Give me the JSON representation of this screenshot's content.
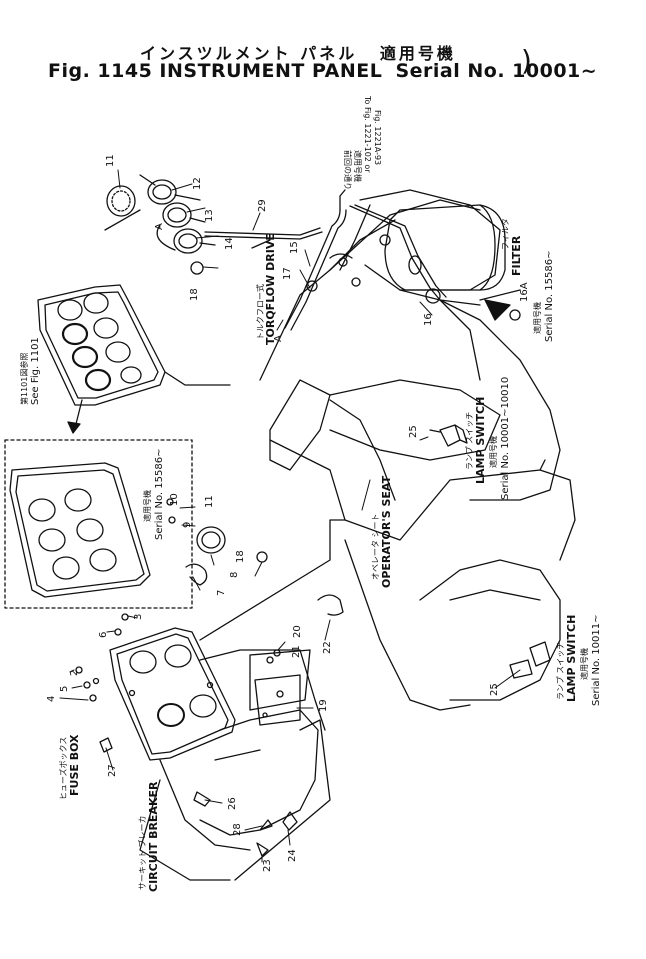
{
  "title": {
    "jp": "インスツルメント パネル",
    "jp_serial": "適用号機",
    "en": "Fig. 1145 INSTRUMENT PANEL",
    "serial": "Serial No. 10001~",
    "close_paren": ")"
  },
  "callouts": {
    "n1a": "11",
    "n12": "12",
    "n13": "13",
    "n14": "14",
    "n15": "15",
    "n16": "16",
    "n17": "17",
    "n18a": "18",
    "n29": "29",
    "n16b": "16",
    "n16a": "16A",
    "n11b": "11",
    "n10": "10",
    "n9": "9",
    "n8": "8",
    "n7": "7",
    "n18b": "18",
    "n3": "3",
    "n6": "6",
    "n2": "2",
    "n5": "5",
    "n4": "4",
    "n20": "20",
    "n21": "21",
    "n22": "22",
    "n19": "19",
    "n25a": "25",
    "n25b": "25",
    "n26": "26",
    "n27": "27",
    "n28": "28",
    "n23": "23",
    "n24": "24",
    "letter_a1": "A",
    "letter_a2": "A"
  },
  "notes": {
    "top_jp_1": "前回の通り",
    "top_jp_2": "適用号機",
    "top_ref_1": "To Fig. 1221-102 or",
    "top_ref_2": "Fig. 1221A-93",
    "filter_jp": "フィルタ",
    "filter_en": "FILTER",
    "filter_serial_jp": "適用号機",
    "filter_serial_en": "Serial No. 15586~",
    "torqflow_jp": "トルクフロー式",
    "torqflow_en": "TORQFLOW DRIVE",
    "see_jp": "第1101図参照",
    "see_en": "See Fig. 1101",
    "box_serial_jp": "適用号機",
    "box_serial_en": "Serial No. 15586~",
    "seat_jp": "オペレータ シート",
    "seat_en": "OPERATOR'S SEAT",
    "lamp1_jp": "ランプ スイッチ",
    "lamp1_en": "LAMP SWITCH",
    "lamp1_serial_jp": "適用号機",
    "lamp1_serial_en": "Serial No. 10001~10010",
    "lamp2_jp": "ランプ スイッチ",
    "lamp2_en": "LAMP SWITCH",
    "lamp2_serial_jp": "適用号機",
    "lamp2_serial_en": "Serial No. 10011~",
    "fuse_jp": "ヒューズボックス",
    "fuse_en": "FUSE BOX",
    "breaker_jp": "サーキット ブレーカ",
    "breaker_en": "CIRCUIT BREAKER"
  }
}
